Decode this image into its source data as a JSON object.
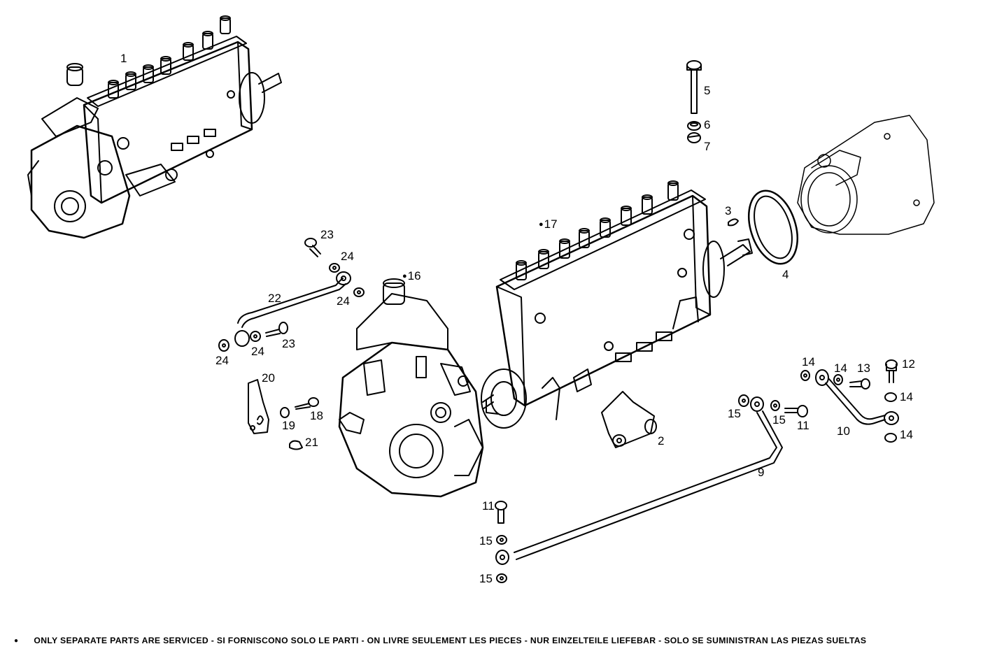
{
  "diagram": {
    "type": "exploded-parts-diagram",
    "subject": "Fuel injection pump assembly",
    "callouts": [
      {
        "id": "1",
        "text": "1",
        "serviced_separately_only": false
      },
      {
        "id": "2",
        "text": "2",
        "serviced_separately_only": false
      },
      {
        "id": "3",
        "text": "3",
        "serviced_separately_only": false
      },
      {
        "id": "4",
        "text": "4",
        "serviced_separately_only": false
      },
      {
        "id": "5",
        "text": "5",
        "serviced_separately_only": false
      },
      {
        "id": "6",
        "text": "6",
        "serviced_separately_only": false
      },
      {
        "id": "7",
        "text": "7",
        "serviced_separately_only": false
      },
      {
        "id": "9",
        "text": "9",
        "serviced_separately_only": false
      },
      {
        "id": "10",
        "text": "10",
        "serviced_separately_only": false
      },
      {
        "id": "11a",
        "text": "11",
        "serviced_separately_only": false
      },
      {
        "id": "11b",
        "text": "11",
        "serviced_separately_only": false
      },
      {
        "id": "12",
        "text": "12",
        "serviced_separately_only": false
      },
      {
        "id": "13",
        "text": "13",
        "serviced_separately_only": false
      },
      {
        "id": "14a",
        "text": "14",
        "serviced_separately_only": false
      },
      {
        "id": "14b",
        "text": "14",
        "serviced_separately_only": false
      },
      {
        "id": "14c",
        "text": "14",
        "serviced_separately_only": false
      },
      {
        "id": "14d",
        "text": "14",
        "serviced_separately_only": false
      },
      {
        "id": "15a",
        "text": "15",
        "serviced_separately_only": false
      },
      {
        "id": "15b",
        "text": "15",
        "serviced_separately_only": false
      },
      {
        "id": "15c",
        "text": "15",
        "serviced_separately_only": false
      },
      {
        "id": "15d",
        "text": "15",
        "serviced_separately_only": false
      },
      {
        "id": "16",
        "text": "16",
        "serviced_separately_only": true
      },
      {
        "id": "17",
        "text": "17",
        "serviced_separately_only": true
      },
      {
        "id": "18",
        "text": "18",
        "serviced_separately_only": false
      },
      {
        "id": "19",
        "text": "19",
        "serviced_separately_only": false
      },
      {
        "id": "20",
        "text": "20",
        "serviced_separately_only": false
      },
      {
        "id": "21",
        "text": "21",
        "serviced_separately_only": false
      },
      {
        "id": "22",
        "text": "22",
        "serviced_separately_only": false
      },
      {
        "id": "23a",
        "text": "23",
        "serviced_separately_only": false
      },
      {
        "id": "23b",
        "text": "23",
        "serviced_separately_only": false
      },
      {
        "id": "24a",
        "text": "24",
        "serviced_separately_only": false
      },
      {
        "id": "24b",
        "text": "24",
        "serviced_separately_only": false
      },
      {
        "id": "24c",
        "text": "24",
        "serviced_separately_only": false
      },
      {
        "id": "24d",
        "text": "24",
        "serviced_separately_only": false
      }
    ],
    "parts": {
      "injection_pump_assembly": "1",
      "governor_housing": "16",
      "pump_body": "17",
      "drive_housing": "unlabeled",
      "o_ring": "4",
      "key": "3",
      "long_bolt": "5",
      "washer_6": "6",
      "washer_7": "7",
      "pipe_long": "9",
      "pipe_bent": "10",
      "pipe_upper": "22",
      "bracket_lever": "20",
      "fitting_2": "2"
    }
  },
  "footer": {
    "bullet": "●",
    "note": "ONLY SEPARATE PARTS ARE SERVICED - SI FORNISCONO SOLO LE PARTI - ON LIVRE SEULEMENT LES PIECES - NUR EINZELTEILE LIEFEBAR - SOLO SE SUMINISTRAN LAS PIEZAS SUELTAS"
  }
}
